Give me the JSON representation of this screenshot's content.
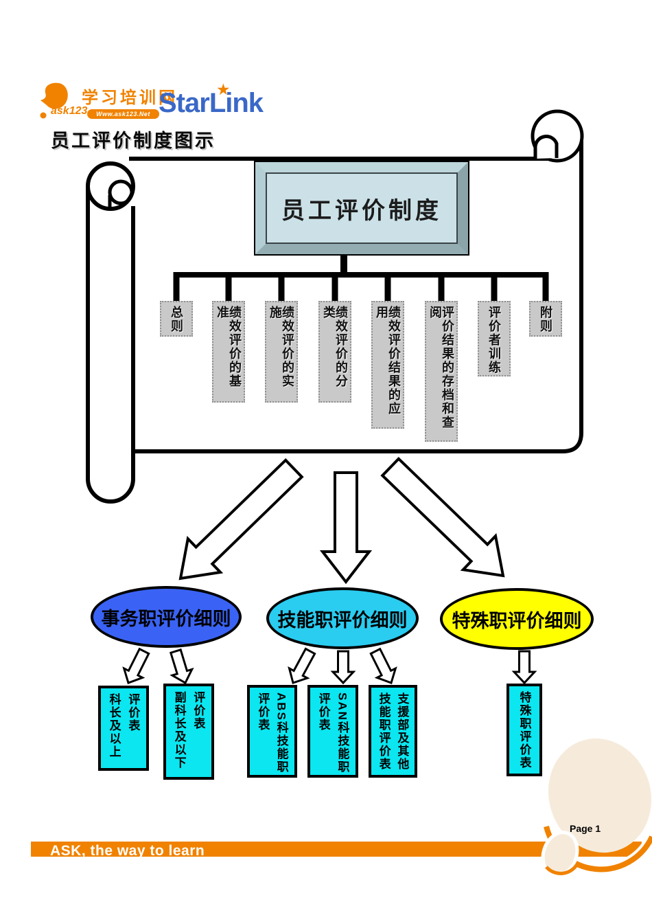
{
  "brand": {
    "ask123": "ask123",
    "site_name": "学习培训网",
    "site_url": "Www.ask123.Net",
    "starlink": "StarLink",
    "orange": "#F08200",
    "blue": "#3A68C8"
  },
  "page_title": "员工评价制度图示",
  "diagram": {
    "root_label": "员工评价制度",
    "branches": [
      "总则",
      "绩效评价的基准",
      "绩效评价的实施",
      "绩效评价的分类",
      "绩效评价结果的应用",
      "评价结果的存档和查阅",
      "评价者训练",
      "附则"
    ],
    "categories": [
      {
        "label": "事务职评价细则",
        "fill": "#3A63F5"
      },
      {
        "label": "技能职评价细则",
        "fill": "#2ACCF0"
      },
      {
        "label": "特殊职评价细则",
        "fill": "#FFFF00"
      }
    ],
    "forms": [
      {
        "columns": [
          "科长及以上",
          "评价表"
        ]
      },
      {
        "columns": [
          "副科长及以下",
          "评价表"
        ]
      },
      {
        "columns": [
          "评价表",
          "ABS科技能职"
        ]
      },
      {
        "columns": [
          "评价表",
          "SAN科技能职"
        ]
      },
      {
        "columns": [
          "技能职评价表",
          "支援部及其他"
        ]
      },
      {
        "columns": [
          "特殊职评价表"
        ]
      }
    ],
    "form_fill": "#0BE6F0"
  },
  "footer": {
    "slogan": "ASK, the way to learn",
    "page_label": "Page 1"
  }
}
